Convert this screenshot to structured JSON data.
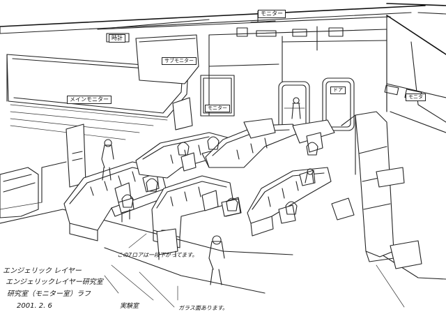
{
  "labels": {
    "top_right": "モニター",
    "sub_monitor": "サブモニター",
    "main_monitor": "メインモニター",
    "right_monitor": "モニター",
    "door_label": "ドア",
    "side_monitor": "モニタ",
    "left_sign": "時計",
    "callout_one": "この7ロアは一段下がってます。",
    "callout_two": "実験室",
    "callout_three": "ガラス面あります。"
  },
  "caption": {
    "line1": "エンジェリック レイヤー",
    "line2": "エンジェリックレイヤー研究室",
    "line3": "研究室（モニター室）ラフ",
    "date": "2001. 2. 6"
  }
}
